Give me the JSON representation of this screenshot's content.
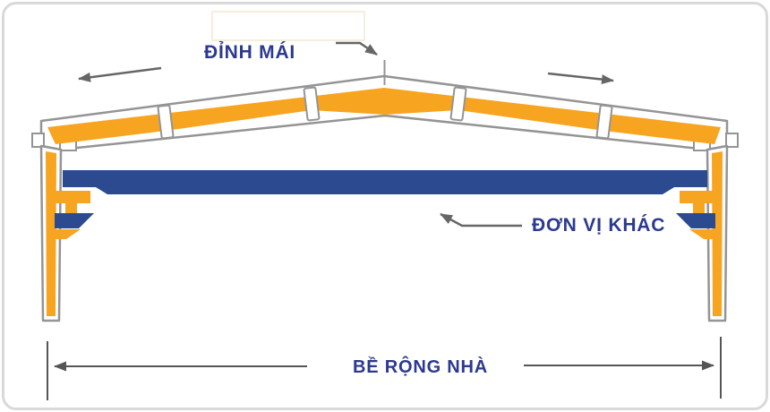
{
  "labels": {
    "roof_peak": "ĐỈNH MÁI",
    "other_unit": "ĐƠN VỊ KHÁC",
    "building_width": "BỀ RỘNG NHÀ"
  },
  "colors": {
    "steel_orange": "#F7A420",
    "beam_blue": "#2B4A8F",
    "label_blue": "#2B3990",
    "outline_gray": "#949494",
    "arrow_gray": "#666666",
    "dim_gray": "#555555",
    "border_gray": "#D9D9D9",
    "watermark_cream": "#F6EEDC"
  }
}
